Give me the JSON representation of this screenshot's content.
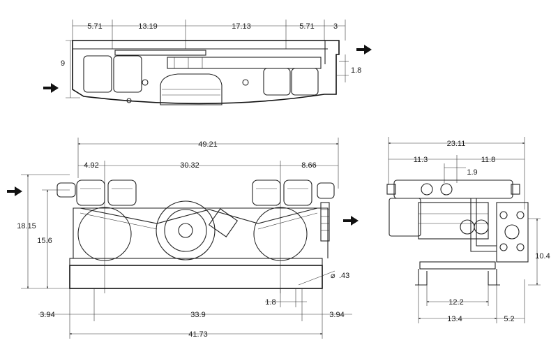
{
  "top_view": {
    "dims": {
      "seg1": "5.71",
      "seg2": "13.19",
      "seg3": "17.13",
      "seg4": "5.71",
      "seg5": "3",
      "height": "9",
      "outlet_offset": "1.8"
    }
  },
  "front_view": {
    "dims": {
      "overall_length": "49.21",
      "left_offset": "4.92",
      "center_span": "30.32",
      "right_offset": "8.66",
      "overall_height": "18.15",
      "base_height": "15.6",
      "hole_dia": ".43",
      "hole_offset": "1.8",
      "base_left": "3.94",
      "base_center": "33.9",
      "base_right": "3.94",
      "base_length": "41.73"
    }
  },
  "side_view": {
    "dims": {
      "overall_width": "23.11",
      "left_half": "11.3",
      "right_half": "11.8",
      "port_offset": "1.9",
      "flange_height": "10.4",
      "foot_inner": "12.2",
      "foot_outer": "13.4",
      "foot_offset": "5.2"
    }
  }
}
